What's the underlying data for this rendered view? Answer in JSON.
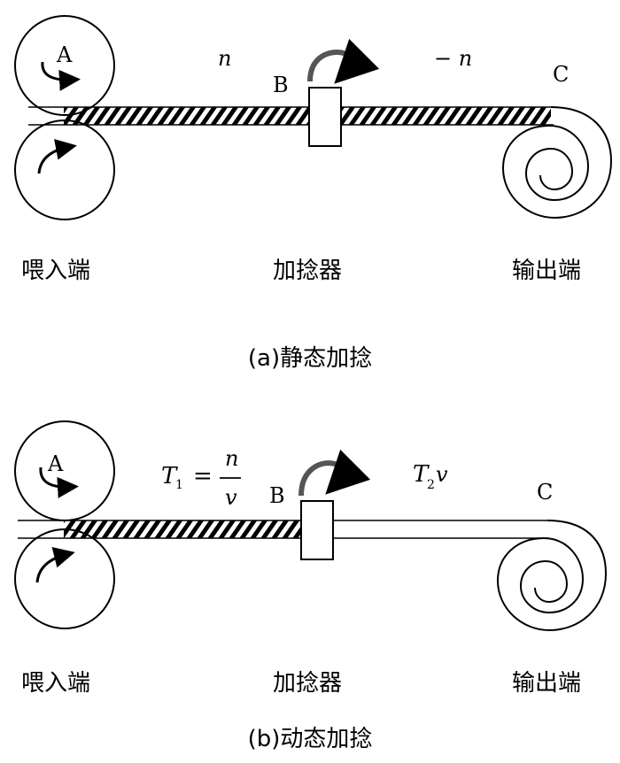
{
  "panel_a": {
    "label_a": "A",
    "label_b": "B",
    "label_c": "C",
    "left_twist": "n",
    "right_twist": "− n",
    "feed_end": "喂入端",
    "twister": "加捻器",
    "output_end": "输出端",
    "caption": "(a)静态加捻"
  },
  "panel_b": {
    "label_a": "A",
    "label_b": "B",
    "label_c": "C",
    "t1_symbol": "T",
    "t1_sub": "1",
    "t1_eq": "=",
    "t1_num": "n",
    "t1_den": "v",
    "t2_symbol": "T",
    "t2_sub": "2",
    "t2_var": "v",
    "feed_end": "喂入端",
    "twister": "加捻器",
    "output_end": "输出端",
    "caption": "(b)动态加捻"
  }
}
